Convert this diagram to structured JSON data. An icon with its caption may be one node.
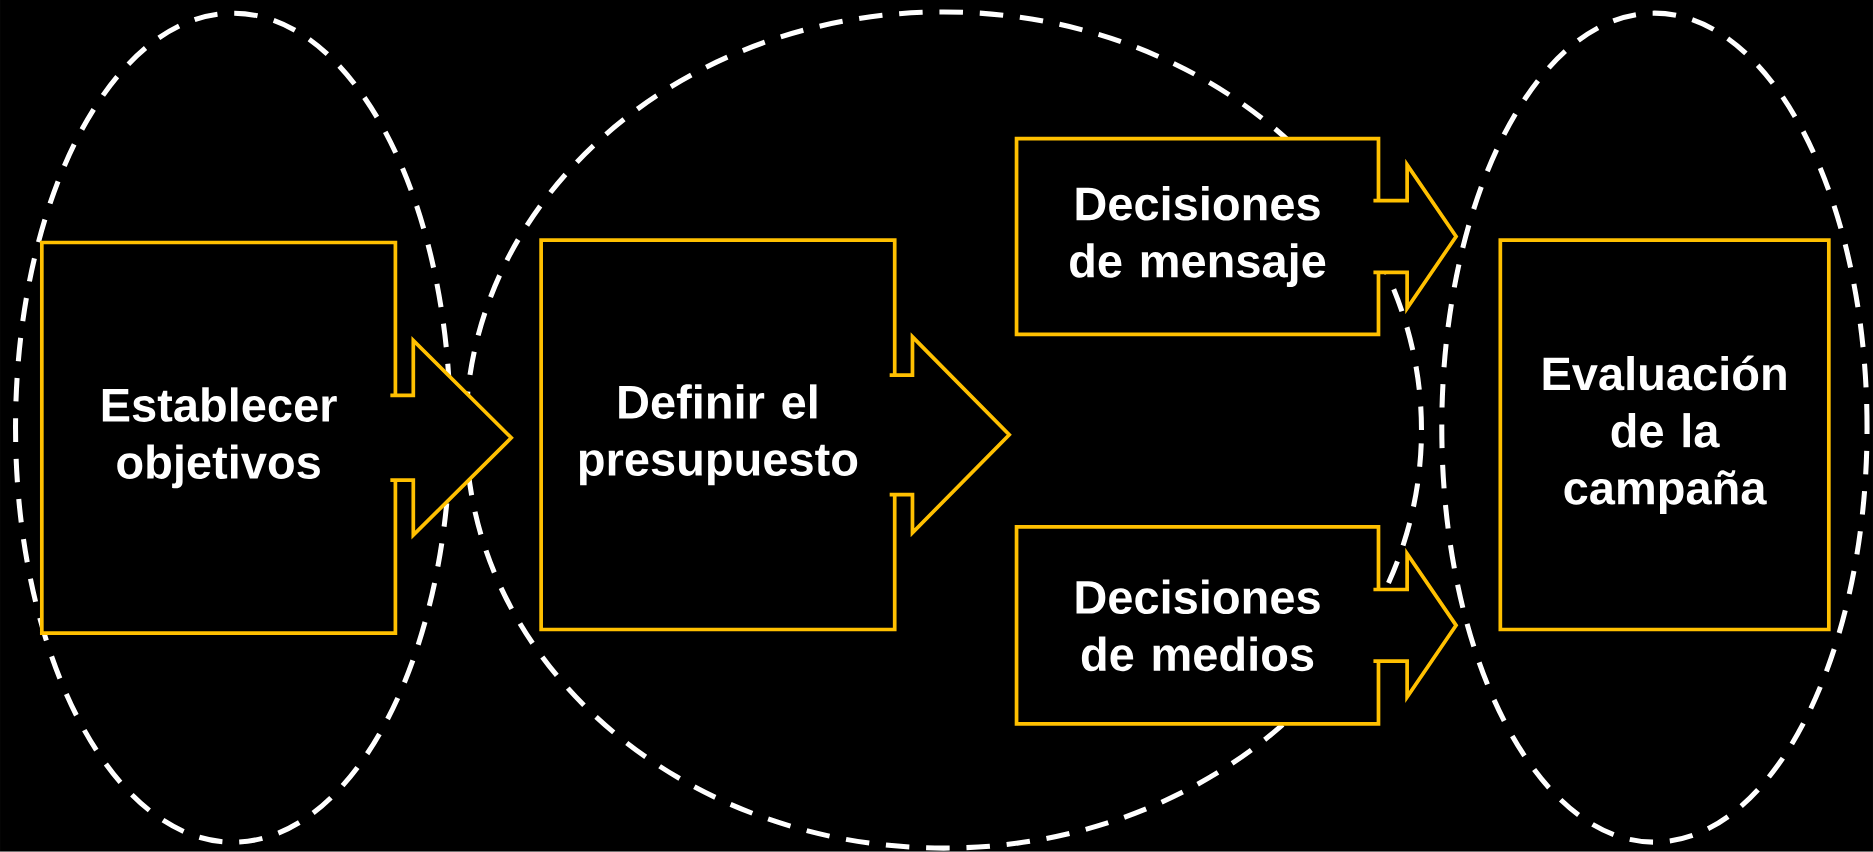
{
  "diagram": {
    "nodes": [
      {
        "text": [],
        "shape": "ellipse"
      },
      {
        "text": [],
        "shape": "ellipse"
      },
      {
        "text": [],
        "shape": "ellipse"
      },
      {
        "text": [
          "Establecer objetivos"
        ],
        "in": 0
      },
      {
        "text": [
          "Definir el presupuesto"
        ],
        "in": 1
      },
      {
        "text": [
          "Decisiones de mensaje"
        ],
        "in": 1
      },
      {
        "text": [
          "Decisiones de medios"
        ],
        "in": 1
      },
      {
        "text": [
          "Evaluación de la campaña"
        ],
        "in": 2
      }
    ],
    "edges": [
      {
        "from": 3,
        "to": 4,
        "arrow": "to"
      },
      {
        "from": 4,
        "to": 5,
        "arrow": "to"
      },
      {
        "from": 4,
        "to": 6,
        "arrow": "to"
      },
      {
        "from": 5,
        "to": 7,
        "arrow": "to"
      },
      {
        "from": 6,
        "to": 7,
        "arrow": "to"
      }
    ]
  }
}
